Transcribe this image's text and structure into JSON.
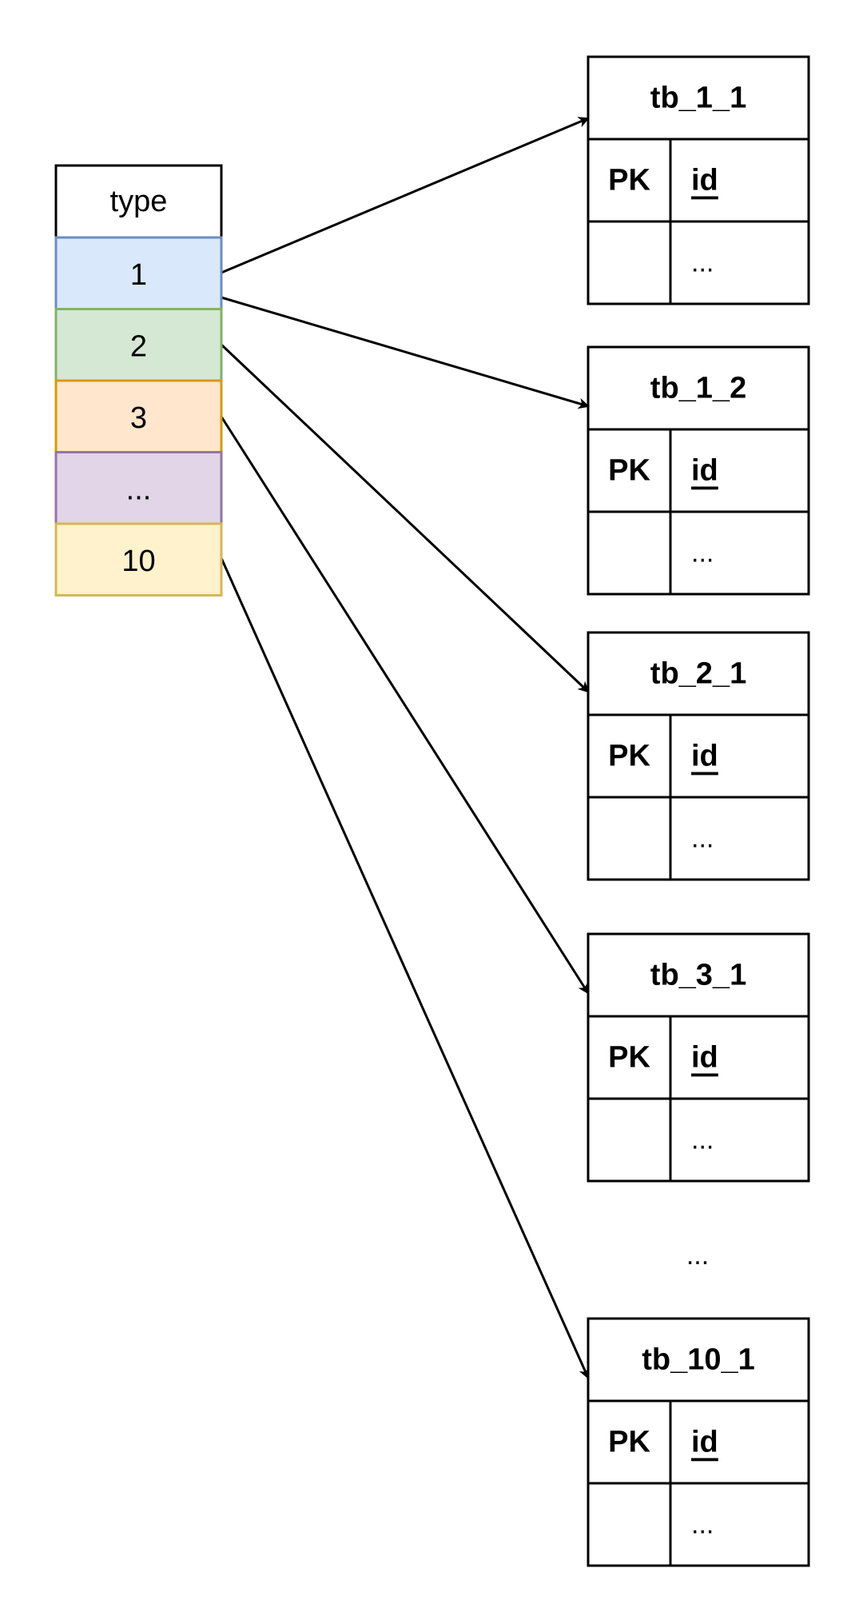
{
  "type_table": {
    "header": "type",
    "cells": [
      {
        "label": "1",
        "fill": "#dae8fc",
        "stroke": "#6c8ebf"
      },
      {
        "label": "2",
        "fill": "#d5e8d4",
        "stroke": "#82b366"
      },
      {
        "label": "3",
        "fill": "#ffe6cc",
        "stroke": "#d79b00"
      },
      {
        "label": "...",
        "fill": "#e1d5e7",
        "stroke": "#9673a6"
      },
      {
        "label": "10",
        "fill": "#fff2cc",
        "stroke": "#d6b656"
      }
    ]
  },
  "entity_tables": [
    {
      "name": "tb_1_1",
      "pk_label": "PK",
      "field": "id",
      "more": "..."
    },
    {
      "name": "tb_1_2",
      "pk_label": "PK",
      "field": "id",
      "more": "..."
    },
    {
      "name": "tb_2_1",
      "pk_label": "PK",
      "field": "id",
      "more": "..."
    },
    {
      "name": "tb_3_1",
      "pk_label": "PK",
      "field": "id",
      "more": "..."
    },
    {
      "name": "tb_10_1",
      "pk_label": "PK",
      "field": "id",
      "more": "..."
    }
  ],
  "between_ellipsis": "...",
  "links": [
    {
      "from": 0,
      "to": 0
    },
    {
      "from": 0,
      "to": 1
    },
    {
      "from": 1,
      "to": 2
    },
    {
      "from": 2,
      "to": 3
    },
    {
      "from": 4,
      "to": 4
    }
  ],
  "colors": {
    "line": "#000000",
    "table_fill": "#ffffff"
  }
}
